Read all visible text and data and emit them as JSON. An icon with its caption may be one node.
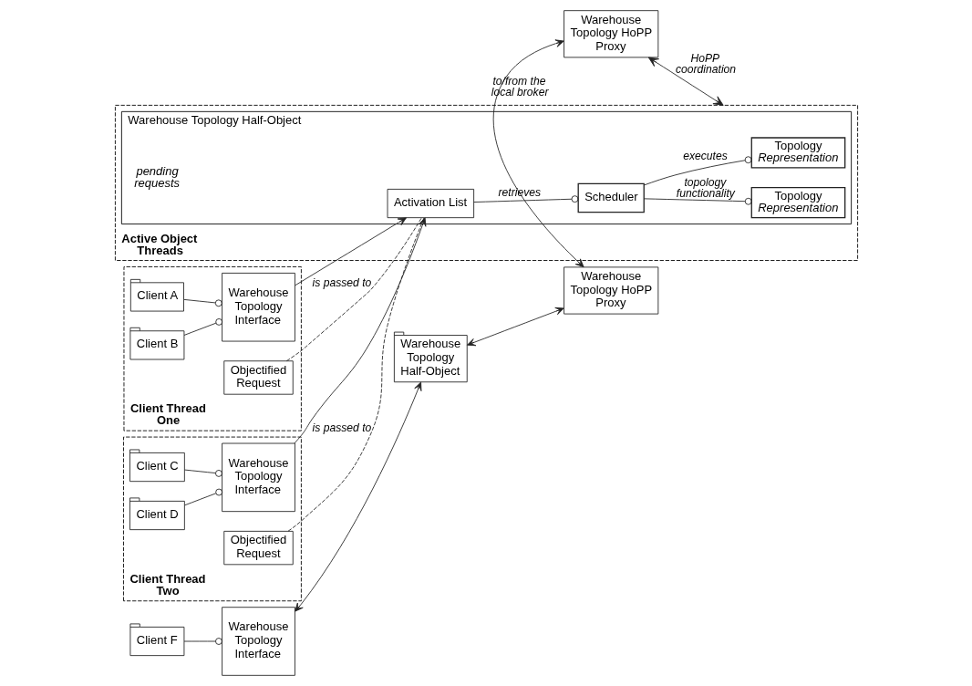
{
  "diagram": {
    "nodes": [
      {
        "text": [
          "Client Thread One"
        ]
      },
      {
        "text": [
          "Client A"
        ],
        "in": 0
      },
      {
        "text": [
          "Client B"
        ],
        "in": 0
      },
      {
        "text": [
          "Warehouse Topology Interface"
        ],
        "in": 0
      },
      {
        "text": [
          "Objectified Request"
        ],
        "in": 0
      },
      {
        "text": [
          "Client Thread Two"
        ]
      },
      {
        "text": [
          "Client C"
        ],
        "in": 5
      },
      {
        "text": [
          "Client D"
        ],
        "in": 5
      },
      {
        "text": [
          "Warehouse Topology Interface"
        ],
        "in": 5
      },
      {
        "text": [
          "Objectified Request"
        ],
        "in": 5
      },
      {
        "text": [
          "Active Object Threads"
        ]
      },
      {
        "text": [
          "Warehouse Topology Half-Object"
        ],
        "in": 10
      },
      {
        "text": [
          "Activation List"
        ],
        "in": 11
      },
      {
        "text": [
          "Scheduler"
        ],
        "in": 11
      },
      {
        "text": [
          "Topology",
          "Representation"
        ],
        "in": 11
      },
      {
        "text": [
          "Topology",
          "Representation"
        ],
        "in": 11
      },
      {
        "text": [
          "Warehouse Topology HoPP Proxy"
        ]
      },
      {
        "text": [
          "Warehouse Topology HoPP Proxy"
        ]
      },
      {
        "text": [
          "Client F"
        ]
      },
      {
        "text": [
          "Warehouse Topology Interface"
        ]
      },
      {
        "text": [
          "Warehouse Topology Half-Object"
        ]
      }
    ],
    "edges": [
      {
        "from": 1,
        "to": 3,
        "arrow": "other"
      },
      {
        "from": 2,
        "to": 3,
        "arrow": "other"
      },
      {
        "from": 3,
        "to": 12,
        "arrow": "to"
      },
      {
        "from": 4,
        "to": 12,
        "arrow": "none",
        "style": "dashed",
        "label": "is passed to"
      },
      {
        "from": 6,
        "to": 8,
        "arrow": "other"
      },
      {
        "from": 7,
        "to": 8,
        "arrow": "other"
      },
      {
        "from": 8,
        "to": 12,
        "arrow": "to"
      },
      {
        "from": 9,
        "to": 12,
        "arrow": "none",
        "style": "dashed",
        "label": "is passed to"
      },
      {
        "from": 12,
        "to": 13,
        "arrow": "other",
        "label": "retrieves"
      },
      {
        "from": 13,
        "to": 14,
        "arrow": "other",
        "label": "topology functionality"
      },
      {
        "from": 13,
        "to": 15,
        "arrow": "other",
        "label": "executes"
      },
      {
        "from": 10,
        "to": 16,
        "arrow": "both",
        "label": "HoPP coordination"
      },
      {
        "from": 16,
        "to": 17,
        "arrow": "both",
        "label": "to/from the local broker"
      },
      {
        "from": 18,
        "to": 19,
        "arrow": "other"
      },
      {
        "from": 19,
        "to": 20,
        "arrow": "both"
      },
      {
        "from": 20,
        "to": 17,
        "arrow": "both"
      }
    ],
    "labels": [
      "pending requests"
    ]
  }
}
